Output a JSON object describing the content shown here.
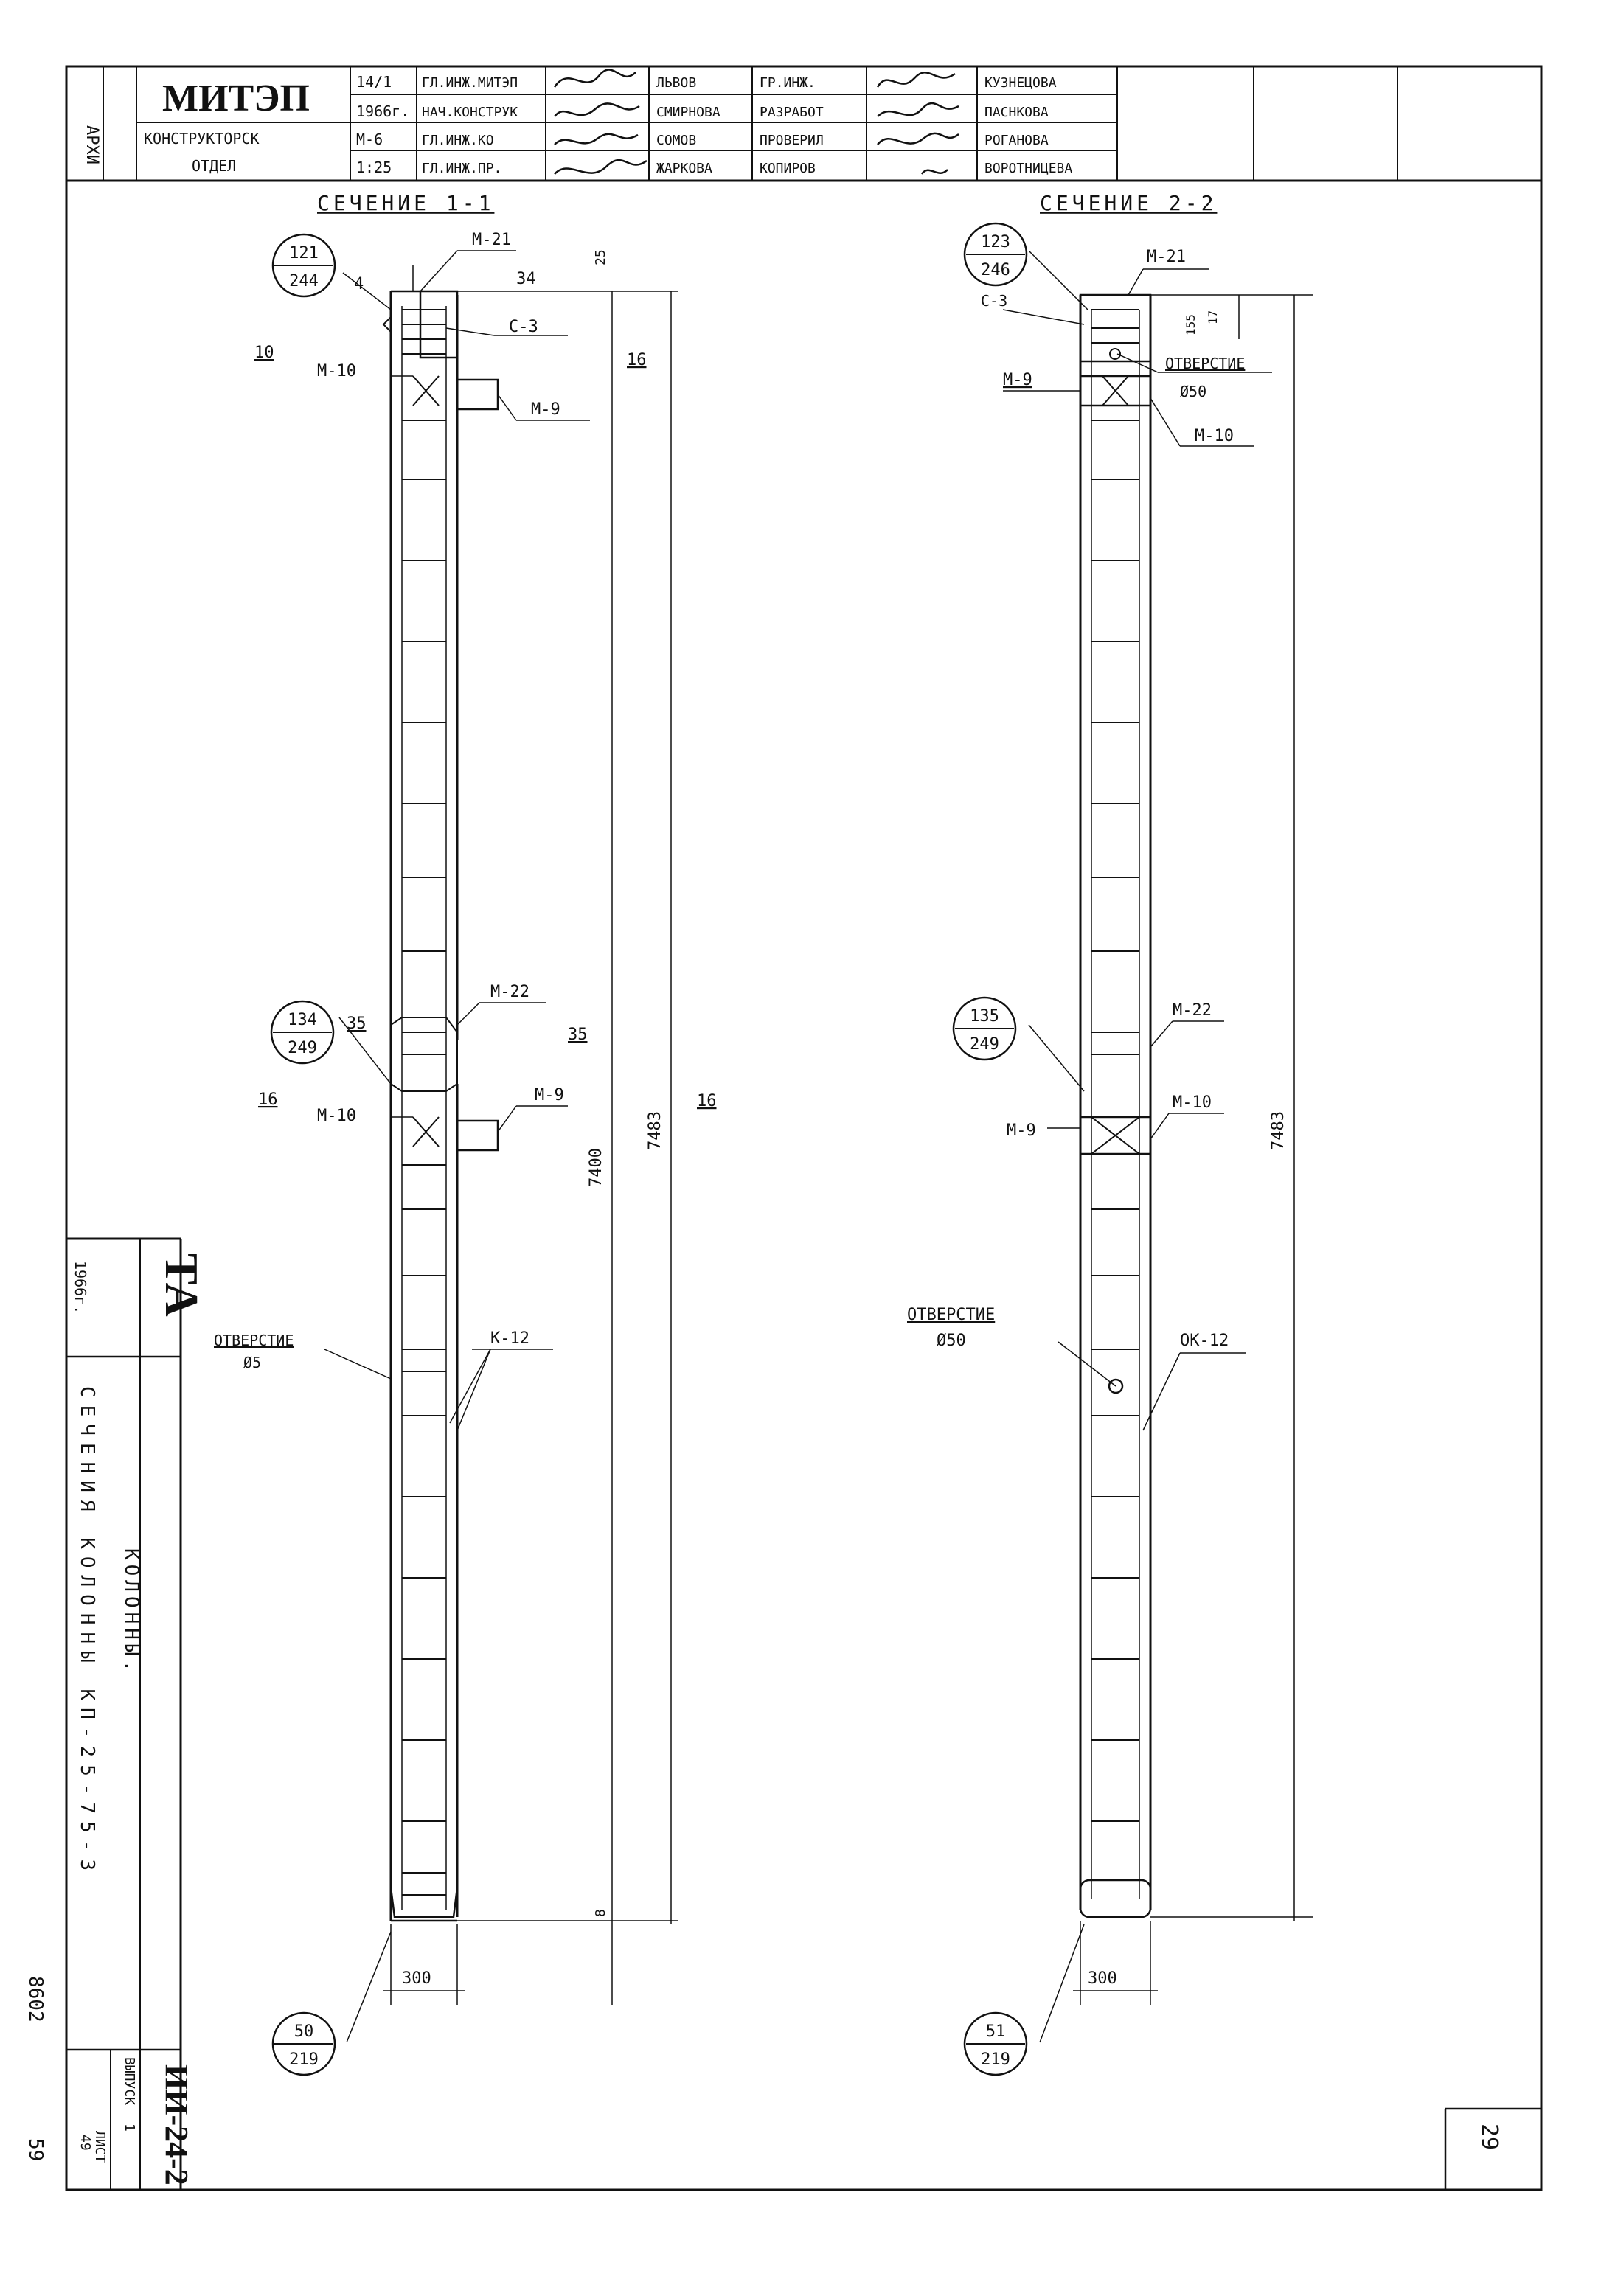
{
  "title_block": {
    "arch_label": "АРХИ",
    "org": "МИТЭП",
    "dept_line1": "КОНСТРУКТОРСК",
    "dept_line2": "ОТДЕЛ",
    "year_top": "14/1",
    "year": "1966г.",
    "sheet_format": "М-6",
    "scale": "1:25",
    "roles": [
      "ГЛ.ИНЖ.МИТЭП",
      "НАЧ.КОНСТРУК",
      "ГЛ.ИНЖ.КО",
      "ГЛ.ИНЖ.ПР."
    ],
    "names_left": [
      "",
      "",
      "",
      ""
    ],
    "names_mid": [
      "ЛЬВОВ",
      "СМИРНОВА",
      "СОМОВ",
      "ЖАРКОВА"
    ],
    "roles2": [
      "ГР.ИНЖ.",
      "РАЗРАБОТ",
      "ПРОВЕРИЛ",
      "КОПИРОВ"
    ],
    "names_right": [
      "КУЗНЕЦОВА",
      "ПАСНКОВА",
      "РОГАНОВА",
      "ВОРОТНИЦЕВА"
    ]
  },
  "left_stamp": {
    "ta": "ТА",
    "year": "1966г.",
    "title_line1": "КОЛОННЫ.",
    "title_line2": "СЕЧЕНИЯ КОЛОННЫ КП-25-75-3",
    "series": "ИИ-24-2",
    "issue_label": "ВЫПУСК",
    "issue": "1",
    "sheet_label": "ЛИСТ",
    "sheet": "49"
  },
  "margin_text": {
    "side_ref": "8602",
    "side_page": "59"
  },
  "page_number": "29",
  "section1": {
    "title": "СЕЧЕНИЕ 1-1",
    "top_bubble": {
      "top": "121",
      "bottom": "244"
    },
    "mid_bubble": {
      "top": "134",
      "bottom": "249"
    },
    "bot_bubble": {
      "top": "50",
      "bottom": "219"
    },
    "labels": {
      "m21": "М-21",
      "d34": "34",
      "d25": "25",
      "s3": "С-3",
      "n4": "4",
      "n10": "10",
      "m10a": "М-10",
      "m9a": "М-9",
      "n16a": "16",
      "m22": "М-22",
      "d35a": "35",
      "d35b": "35",
      "n16b": "16",
      "m10b": "М-10",
      "m9b": "М-9",
      "h1": "7400",
      "h2": "7483",
      "n16c": "16",
      "hole_label": "ОТВЕРСТИЕ",
      "hole_dia": "Ø5",
      "k12": "К-12",
      "width": "300",
      "d8": "8"
    }
  },
  "section2": {
    "title": "СЕЧЕНИЕ 2-2",
    "top_bubble": {
      "top": "123",
      "bottom": "246"
    },
    "mid_bubble": {
      "top": "135",
      "bottom": "249"
    },
    "bot_bubble": {
      "top": "51",
      "bottom": "219"
    },
    "labels": {
      "m21": "М-21",
      "s3": "С-3",
      "d155": "155",
      "d17": "17",
      "hole_label_top": "ОТВЕРСТИЕ",
      "hole_dia_top": "Ø50",
      "m9a": "М-9",
      "m10a": "М-10",
      "m22": "М-22",
      "m10b": "М-10",
      "m9b": "М-9",
      "h": "7483",
      "hole_label": "ОТВЕРСТИЕ",
      "hole_dia": "Ø50",
      "k12": "ОК-12",
      "width": "300"
    }
  }
}
